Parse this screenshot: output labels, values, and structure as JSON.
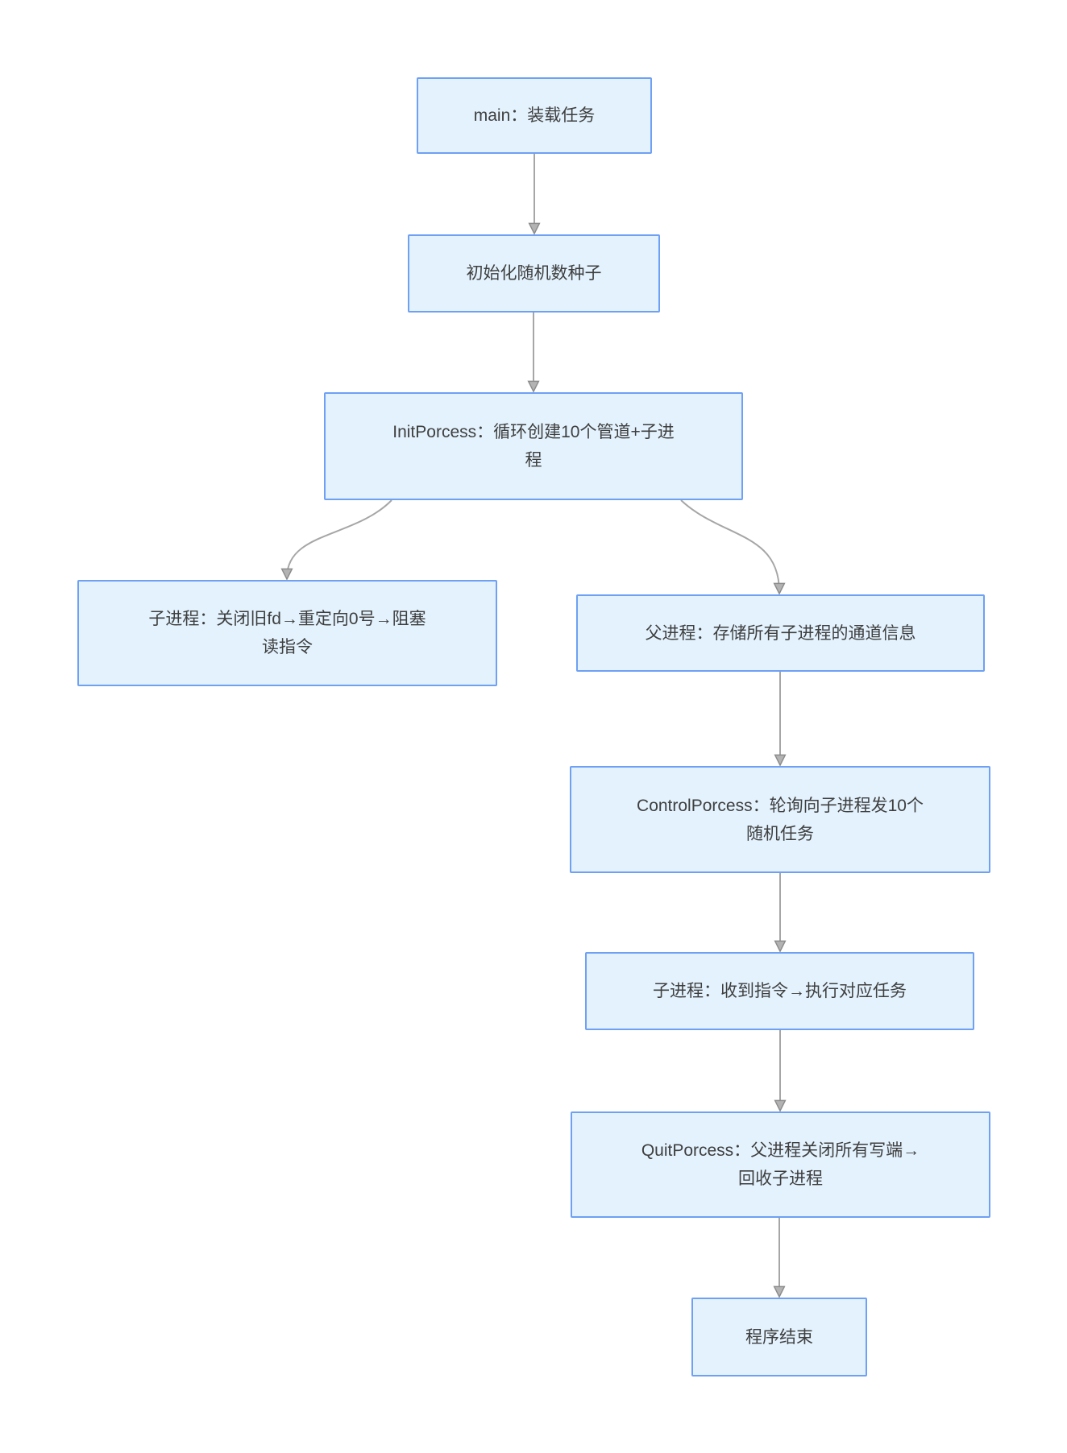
{
  "diagram": {
    "type": "flowchart",
    "direction": "top-down",
    "background": "#ffffff",
    "colors": {
      "node_fill": "#e3f2fd",
      "node_border": "#6ea0f4",
      "edge_line": "#a6a6a6",
      "arrowhead_fill": "#b3b3b3",
      "arrowhead_stroke": "#8c8c8c",
      "text": "#3f3f3f"
    },
    "nodes": [
      {
        "id": "main",
        "label": "main：装载任务"
      },
      {
        "id": "init-seed",
        "label": "初始化随机数种子"
      },
      {
        "id": "init-process",
        "label": "InitPorcess：循环创建10个管道+子进程"
      },
      {
        "id": "child-setup",
        "label": "子进程：关闭旧fd→重定向0号→阻塞读指令"
      },
      {
        "id": "parent-store",
        "label": "父进程：存储所有子进程的通道信息"
      },
      {
        "id": "control-process",
        "label": "ControlPorcess：轮询向子进程发10个随机任务"
      },
      {
        "id": "child-exec",
        "label": "子进程：收到指令→执行对应任务"
      },
      {
        "id": "quit-process",
        "label": "QuitPorcess：父进程关闭所有写端→回收子进程"
      },
      {
        "id": "program-end",
        "label": "程序结束"
      }
    ],
    "edges": [
      {
        "from": "main",
        "to": "init-seed"
      },
      {
        "from": "init-seed",
        "to": "init-process"
      },
      {
        "from": "init-process",
        "to": "child-setup"
      },
      {
        "from": "init-process",
        "to": "parent-store"
      },
      {
        "from": "parent-store",
        "to": "control-process"
      },
      {
        "from": "control-process",
        "to": "child-exec"
      },
      {
        "from": "child-exec",
        "to": "quit-process"
      },
      {
        "from": "quit-process",
        "to": "program-end"
      }
    ]
  }
}
